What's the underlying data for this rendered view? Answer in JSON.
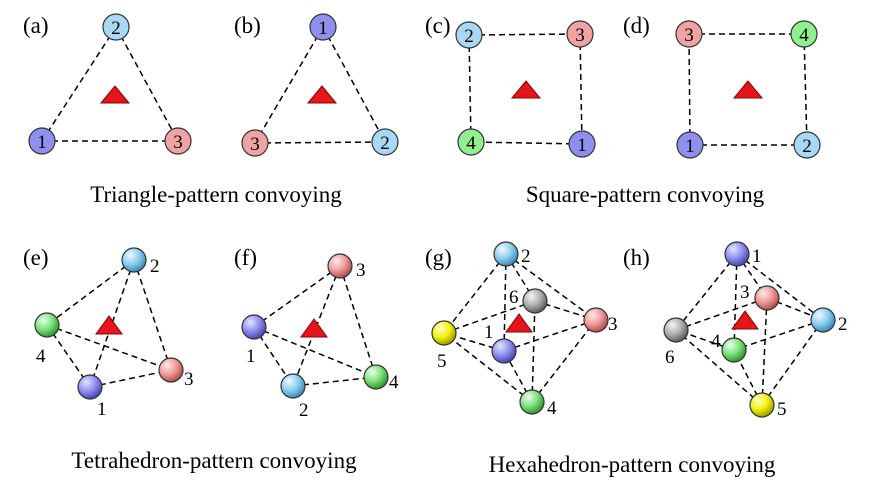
{
  "panel_labels": [
    "(a)",
    "(b)",
    "(c)",
    "(d)",
    "(e)",
    "(f)",
    "(g)",
    "(h)"
  ],
  "captions": {
    "triangle": "Triangle-pattern convoying",
    "square": "Square-pattern convoying",
    "tetrahedron": "Tetrahedron-pattern convoying",
    "hexahedron": "Hexahedron-pattern convoying"
  },
  "colors": {
    "blue": "#8f8ff0",
    "light_blue": "#a8d8f4",
    "pink": "#f0a3a3",
    "green": "#90ef90",
    "gray": "#b8b8b8",
    "yellow": "#f2f20a",
    "triangle": "#e4161c"
  },
  "panels": {
    "a": {
      "labels": [
        "2",
        "1",
        "3"
      ]
    },
    "b": {
      "labels": [
        "1",
        "3",
        "2"
      ]
    },
    "c": {
      "labels": [
        "2",
        "3",
        "4",
        "1"
      ]
    },
    "d": {
      "labels": [
        "3",
        "4",
        "1",
        "2"
      ]
    },
    "e": {
      "labels": [
        "2",
        "4",
        "1",
        "3"
      ]
    },
    "f": {
      "labels": [
        "3",
        "1",
        "2",
        "4"
      ]
    },
    "g": {
      "labels": [
        "2",
        "6",
        "3",
        "5",
        "1",
        "4"
      ]
    },
    "h": {
      "labels": [
        "1",
        "3",
        "2",
        "6",
        "4",
        "5"
      ]
    }
  }
}
